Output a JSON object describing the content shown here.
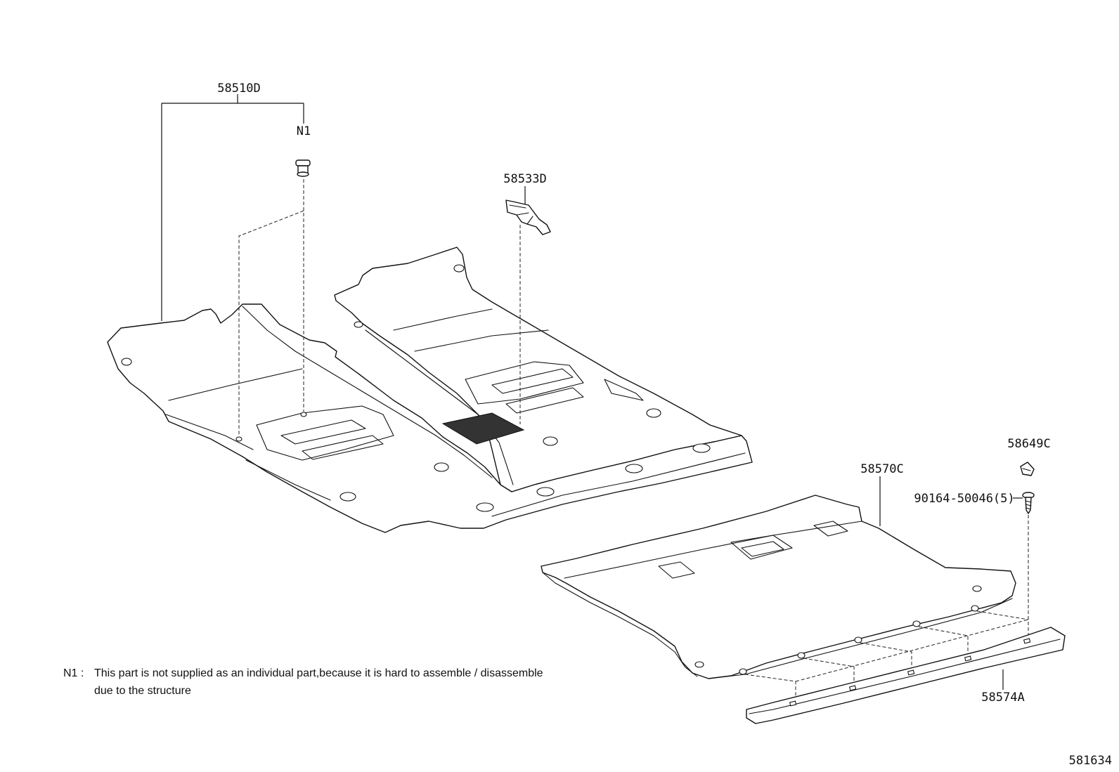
{
  "labels": {
    "front_carpet": "58510D",
    "clip": "N1",
    "bracket": "58533D",
    "cap": "58649C",
    "rear_carpet": "58570C",
    "screw": "90164-50046(5)",
    "sill": "58574A"
  },
  "footnote": {
    "marker": "N1 :",
    "line1": "This part is not supplied as an individual part,because it is hard to assemble / disassemble",
    "line2": "due to the structure"
  },
  "diagram_id": "581634"
}
